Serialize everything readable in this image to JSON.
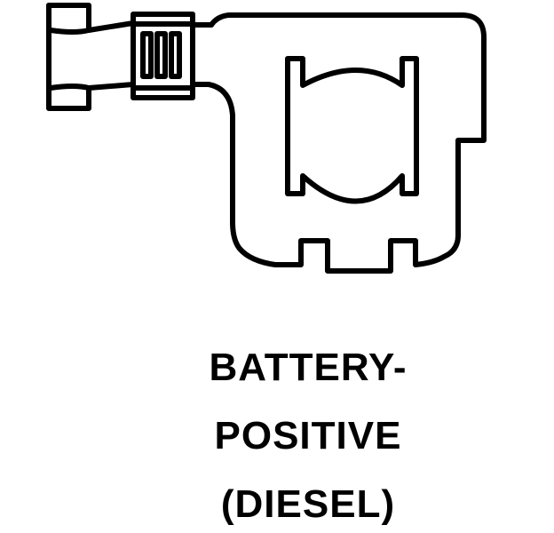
{
  "label": {
    "lines": [
      "BATTERY-",
      "POSITIVE",
      "(DIESEL)"
    ]
  },
  "colors": {
    "stroke": "#000000",
    "background": "#ffffff"
  },
  "icon": "battery-positive-terminal-clamp-icon"
}
